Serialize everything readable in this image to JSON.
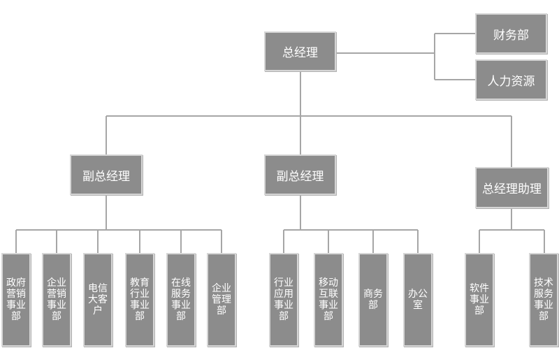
{
  "chart": {
    "top": "总经理",
    "staff": [
      "财务部",
      "人力资源"
    ],
    "deputy_left": "副总经理",
    "deputy_mid": "副总经理",
    "assistant": "总经理助理",
    "left_units": [
      "政府营销事业部",
      "企业营销事业部",
      "电信大客户",
      "教育行业事业部",
      "在线服务事业部",
      "企业管理部"
    ],
    "mid_units": [
      "行业应用事业部",
      "移动互联事业部",
      "商务部",
      "办公室"
    ],
    "right_units": [
      "软件事业部",
      "技术服务事业部"
    ]
  },
  "colors": {
    "box_fill": "#8c8c8c",
    "box_border": "#d6d6d6",
    "line": "#a6a6a6",
    "text": "#ffffff"
  }
}
